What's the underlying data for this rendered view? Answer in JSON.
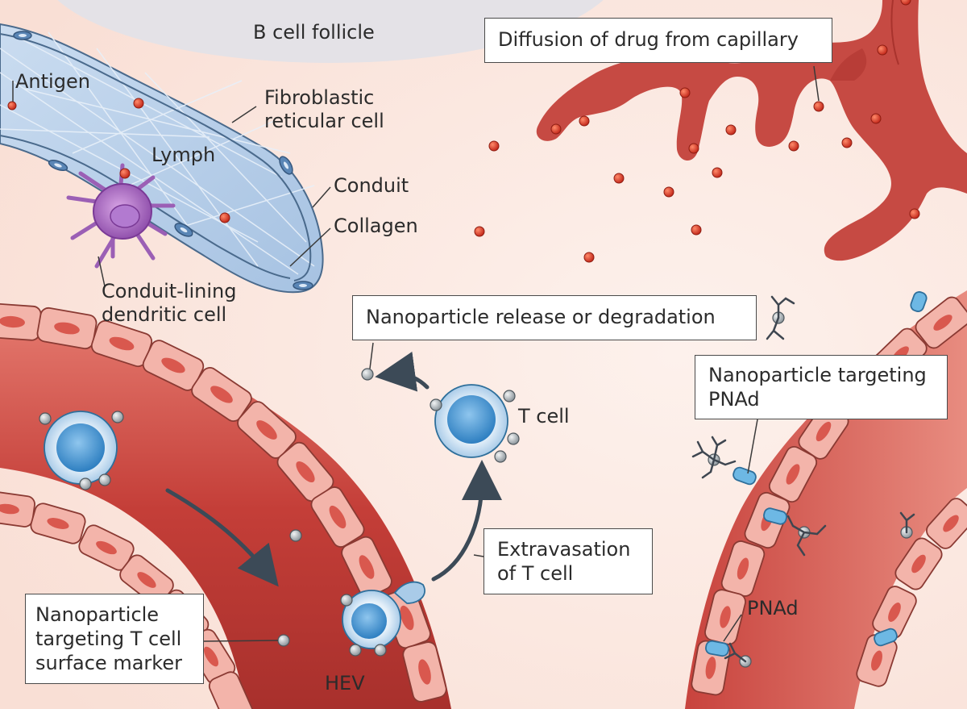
{
  "labels": {
    "b_cell_follicle": "B cell follicle",
    "antigen": "Antigen",
    "fibroblastic_reticular_cell": [
      "Fibroblastic",
      "reticular cell"
    ],
    "lymph": "Lymph",
    "conduit": "Conduit",
    "collagen": "Collagen",
    "conduit_lining_dendritic_cell": [
      "Conduit-lining",
      "dendritic cell"
    ],
    "t_cell": "T cell",
    "hev": "HEV",
    "pnad": "PNAd"
  },
  "callouts": {
    "diffusion": "Diffusion of drug from capillary",
    "nanoparticle_release": "Nanoparticle release or degradation",
    "targeting_pnad": [
      "Nanoparticle targeting",
      "PNAd"
    ],
    "extravasation": [
      "Extravasation",
      "of T cell"
    ],
    "targeting_t_cell": [
      "Nanoparticle",
      "targeting T cell",
      "surface marker"
    ]
  },
  "colors": {
    "background": "#fbe9e1",
    "follicle": "#e6e4e8",
    "vessel": "#c9453f",
    "endothelial_cell": "#f2b3a9",
    "lymph_conduit": "#b8d0ea",
    "t_cell": "#5ba3d9",
    "dendritic_cell": "#9b5fb5",
    "drug_particle": "#d63a2a",
    "nanoparticle": "#b7bdc2"
  }
}
